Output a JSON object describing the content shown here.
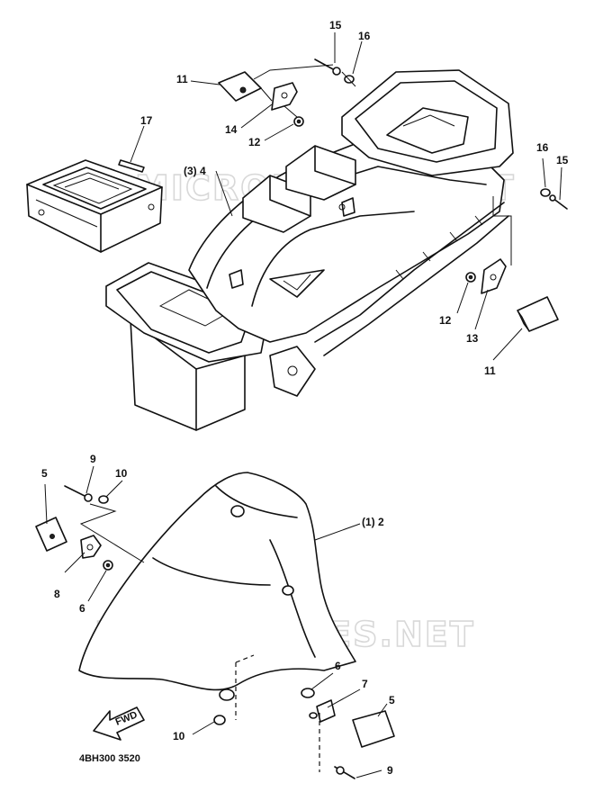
{
  "diagram_code": "4BH300 3520",
  "watermarks": [
    "MICROFICHES.NET",
    "MICROFICHES.NET"
  ],
  "fwd_arrow_label": "FWD",
  "callouts": {
    "c15_top": "15",
    "c16_top": "16",
    "c11_top": "11",
    "c14": "14",
    "c12_top": "12",
    "c17": "17",
    "c3_4": "(3) 4",
    "c16_right": "16",
    "c15_right": "15",
    "c12_right": "12",
    "c13": "13",
    "c11_right": "11",
    "c9_top": "9",
    "c10_top": "10",
    "c5_left": "5",
    "c8": "8",
    "c6_left": "6",
    "c1_2": "(1)  2",
    "c6_right": "6",
    "c7": "7",
    "c5_right": "5",
    "c10_bottom": "10",
    "c9_bottom": "9"
  }
}
